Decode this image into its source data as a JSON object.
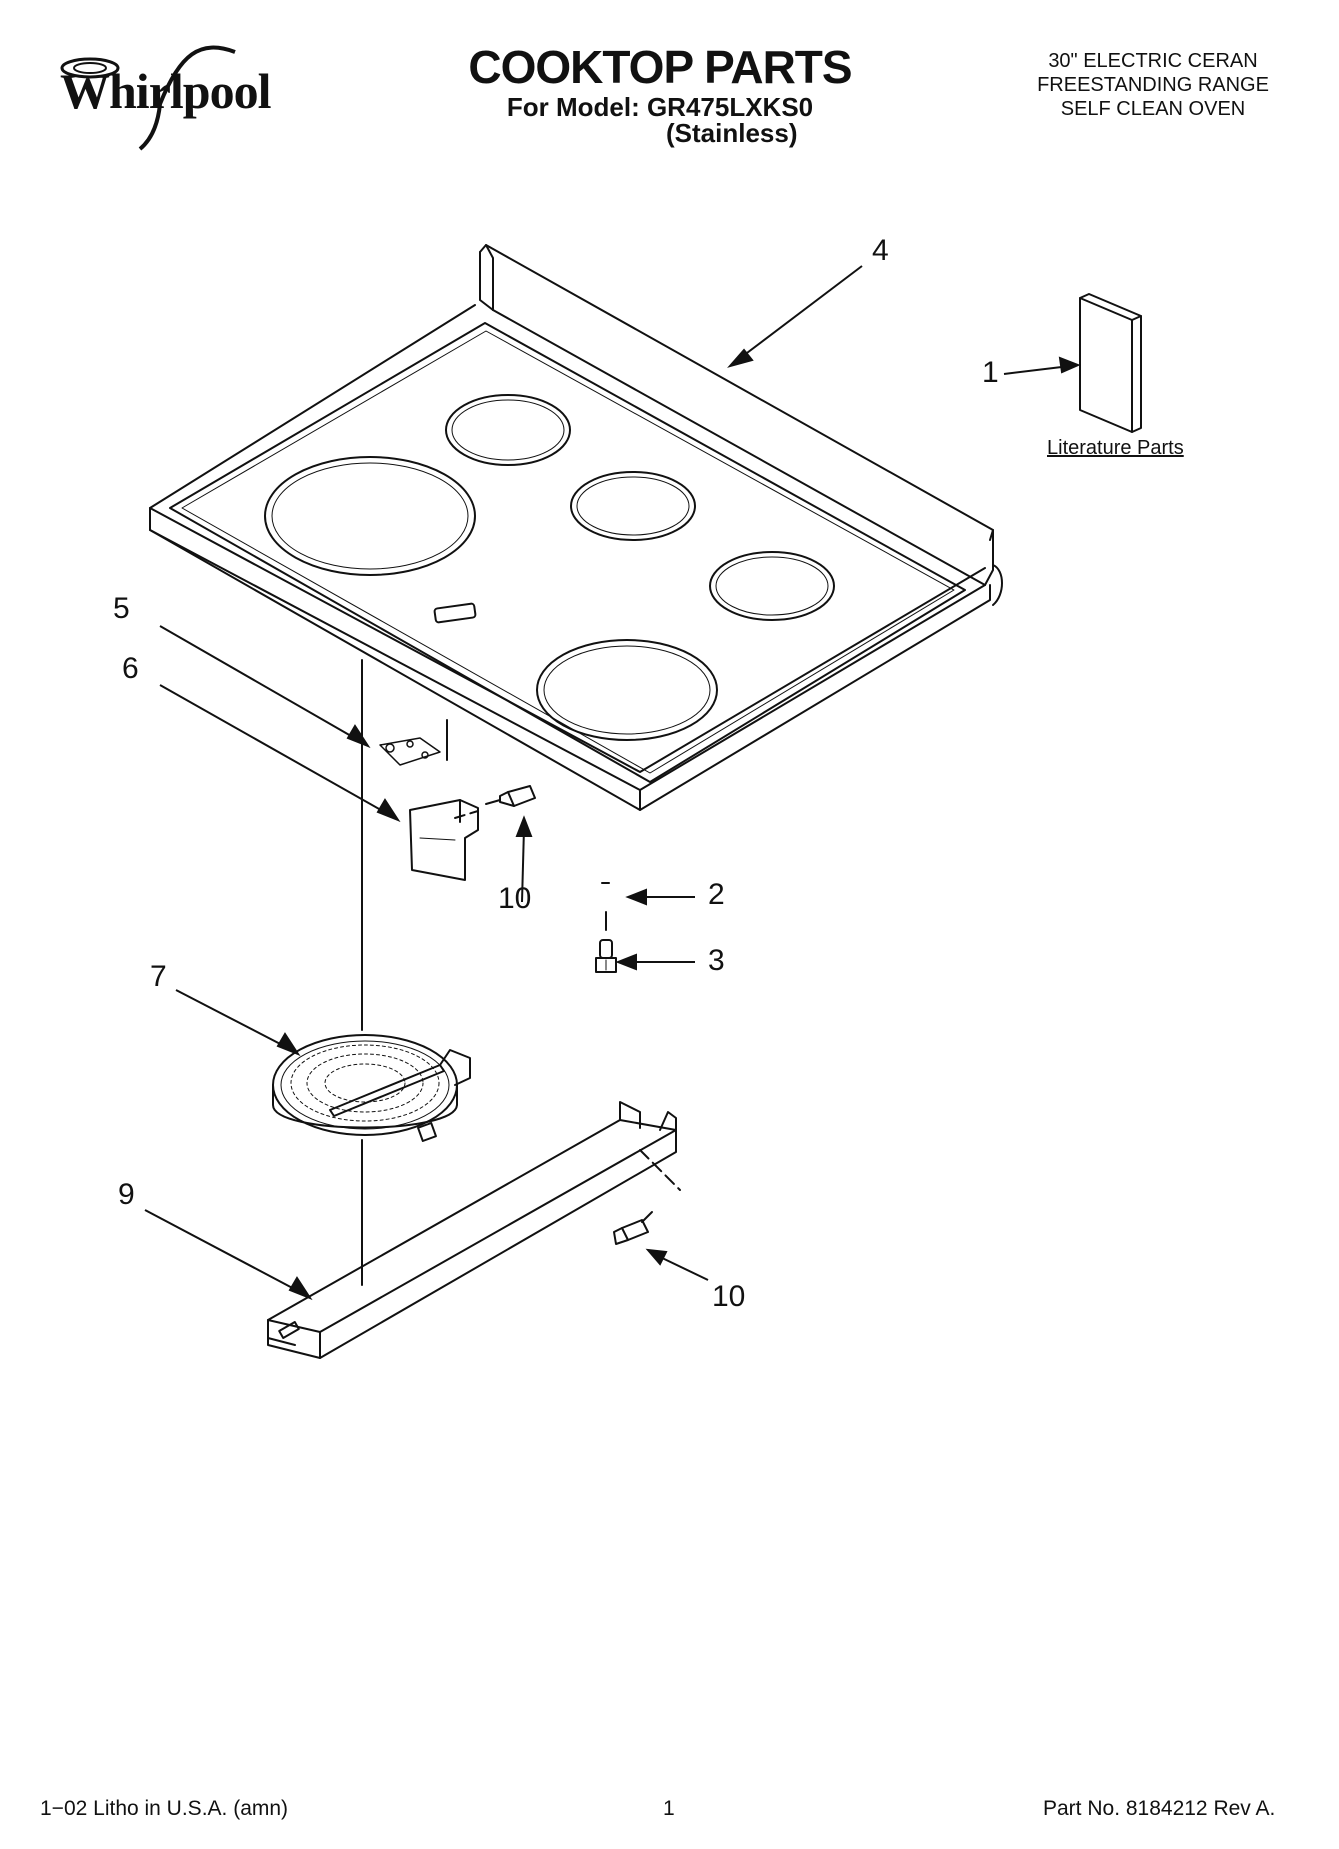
{
  "header": {
    "brand": "Whirlpool",
    "title": "COOKTOP PARTS",
    "model_line": "For Model: GR475LXKS0",
    "finish": "(Stainless)",
    "description": [
      "30\" ELECTRIC CERAN",
      "FREESTANDING RANGE",
      "SELF CLEAN OVEN"
    ]
  },
  "callouts": {
    "c1": "1",
    "c2": "2",
    "c3": "3",
    "c4": "4",
    "c5": "5",
    "c6": "6",
    "c7": "7",
    "c9": "9",
    "c10a": "10",
    "c10b": "10"
  },
  "literature_label": "Literature Parts",
  "footer": {
    "litho": "1−02 Litho in U.S.A. (amn)",
    "page": "1",
    "part_no": "Part No. 8184212 Rev A."
  }
}
